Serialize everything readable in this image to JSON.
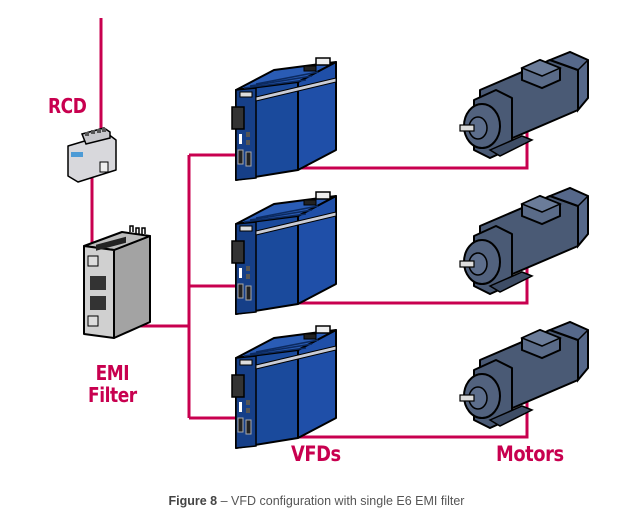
{
  "labels": {
    "rcd": "RCD",
    "emi_line1": "EMI",
    "emi_line2": "Filter",
    "vfds": "VFDs",
    "motors": "Motors"
  },
  "caption": {
    "figure": "Figure 8",
    "text": " – VFD configuration with single E6 EMI filter"
  },
  "colors": {
    "wire": "#c8004f",
    "vfd_body": "#1a4a9c",
    "motor_body": "#4a5a75",
    "device_gray": "#c8c8c8"
  },
  "components": {
    "rcd_count": 1,
    "emi_filter_count": 1,
    "vfd_count": 3,
    "motor_count": 3
  }
}
